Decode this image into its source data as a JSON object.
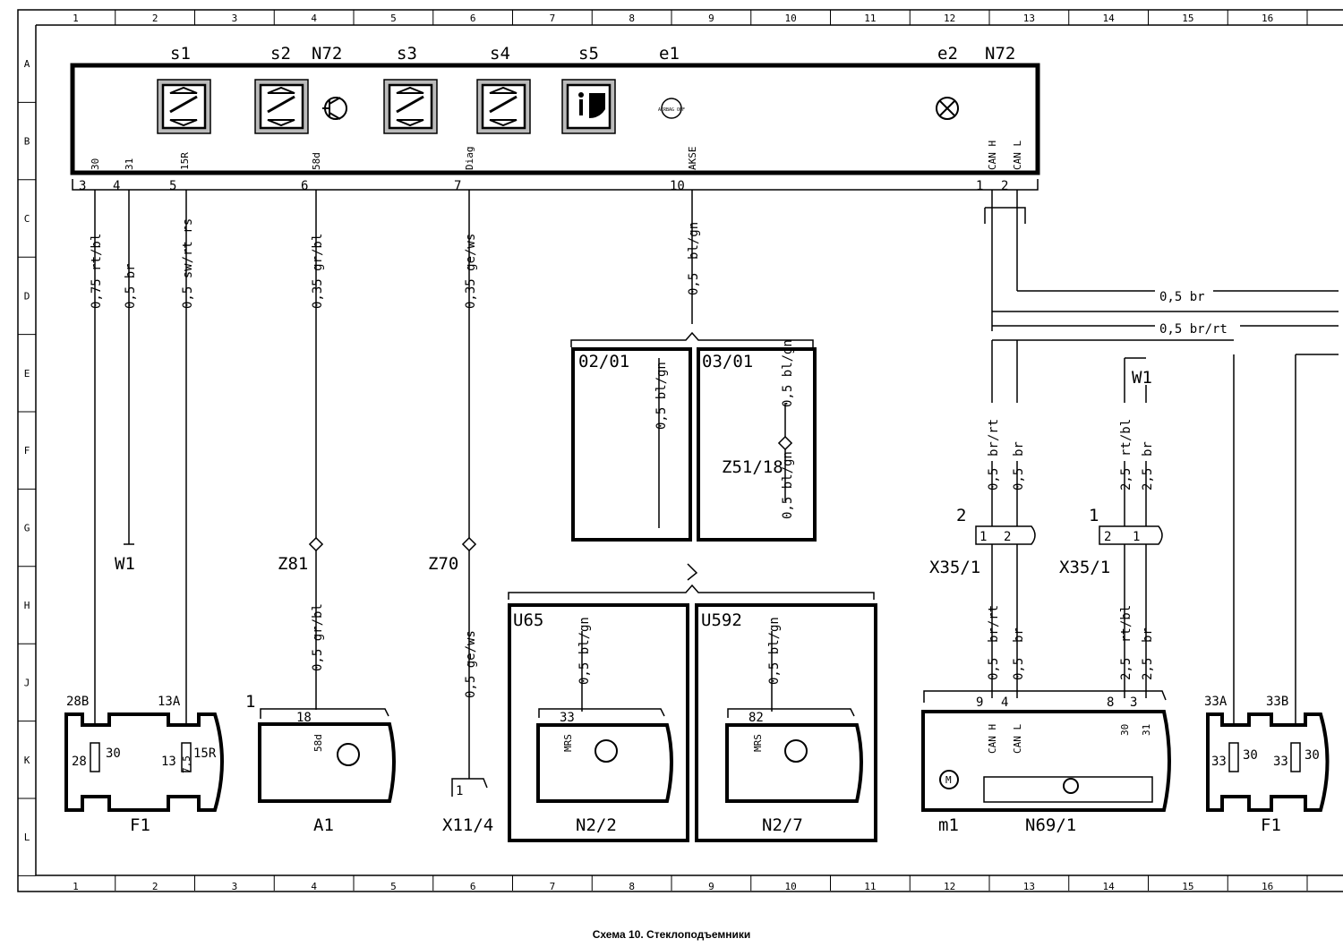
{
  "caption": "Схема 10. Стеклоподъемники",
  "grid": {
    "columns": [
      "1",
      "2",
      "3",
      "4",
      "5",
      "6",
      "7",
      "8",
      "9",
      "10",
      "11",
      "12",
      "13",
      "14",
      "15",
      "16"
    ],
    "rows": [
      "A",
      "B",
      "C",
      "D",
      "E",
      "F",
      "G",
      "H",
      "J",
      "K",
      "L"
    ]
  },
  "n72": {
    "title": "N72",
    "title2": "N72",
    "items": [
      "s1",
      "s2",
      "s3",
      "s4",
      "s5",
      "e1",
      "e2"
    ],
    "airbag_text": "AIRBAG OFF",
    "terminals": [
      "30",
      "31",
      "15R",
      "58d",
      "Diag",
      "AKSE",
      "CAN H",
      "CAN L"
    ],
    "pins": [
      "3",
      "4",
      "5",
      "6",
      "7",
      "10",
      "1",
      "2"
    ]
  },
  "wires": {
    "w30": "0,75 rt/bl",
    "w31": "0,5 br",
    "w15r": "0,5 sw/rt rs",
    "w58d": "0,35 gr/bl",
    "wdiag": "0,35 ge/ws",
    "akse_a": "bl/gn",
    "akse_b": "0,5",
    "can_l": "0,5 br",
    "can_h": "0,5 br/rt",
    "a1_wire": "0,5 gr/bl",
    "x11_wire": "0,5 ge/ws",
    "e_left": "0,5 bl/gn",
    "e_right_top": "0,5 bl/gn",
    "e_right_mid": "0,5 bl/gn",
    "e_right_bot": "0,5 bl/gn",
    "u65_wire": "0,5 bl/gn",
    "u592_wire": "0,5 bl/gn",
    "x35_1": "br/rt",
    "x35_2": "br",
    "x35_3": "rt/bl",
    "x35_4": "br",
    "size_05": "0,5",
    "size_25": "2,5"
  },
  "labels": {
    "w1_left": "W1",
    "w1_right": "W1",
    "z81": "Z81",
    "z70": "Z70",
    "z51": "Z51/18",
    "f1_left": "F1",
    "f1_right": "F1",
    "a1": "A1",
    "x11": "X11/4",
    "n2_2": "N2/2",
    "n2_7": "N2/7",
    "u65": "U65",
    "u592": "U592",
    "code_0201": "02/01",
    "code_0301": "03/01",
    "x35_left": "X35/1",
    "x35_right": "X35/1",
    "m1": "m1",
    "n69": "N69/1",
    "fuse_28b": "28B",
    "fuse_13a": "13A",
    "fuse_33a": "33A",
    "fuse_33b": "33B",
    "n1": "1",
    "n2": "2",
    "a1_pin": "18",
    "a1_term": "58d",
    "x11_pin": "1",
    "u65_pin": "33",
    "u592_pin": "82",
    "mrs": "MRS",
    "n69_pins": [
      "9",
      "4",
      "8",
      "3"
    ],
    "n69_terms": [
      "CAN H",
      "CAN L",
      "30",
      "31"
    ],
    "x35_pins_left": [
      "1",
      "2"
    ],
    "x35_pins_right": [
      "2",
      "1"
    ],
    "f28": "28",
    "f30": "30",
    "f13": "13",
    "f15r": "15R",
    "f75": "7,5",
    "f33": "33"
  }
}
